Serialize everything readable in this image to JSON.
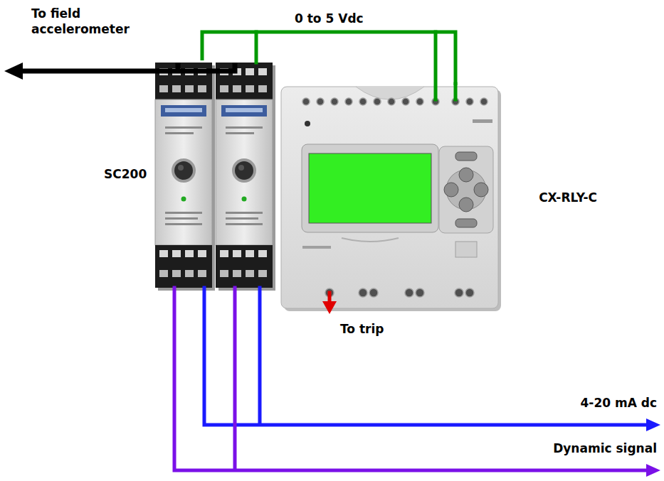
{
  "diagram": {
    "nodes": [
      {
        "text": [
          "SC200"
        ]
      },
      {
        "text": [
          "CX-RLY-C"
        ]
      }
    ],
    "edges": [
      {
        "from": 0,
        "to": 1,
        "arrow": "none",
        "label": "0 to 5 Vdc"
      }
    ],
    "labels": [
      "To field accelerometer",
      "To trip",
      "4-20 mA dc",
      "Dynamic signal"
    ]
  }
}
